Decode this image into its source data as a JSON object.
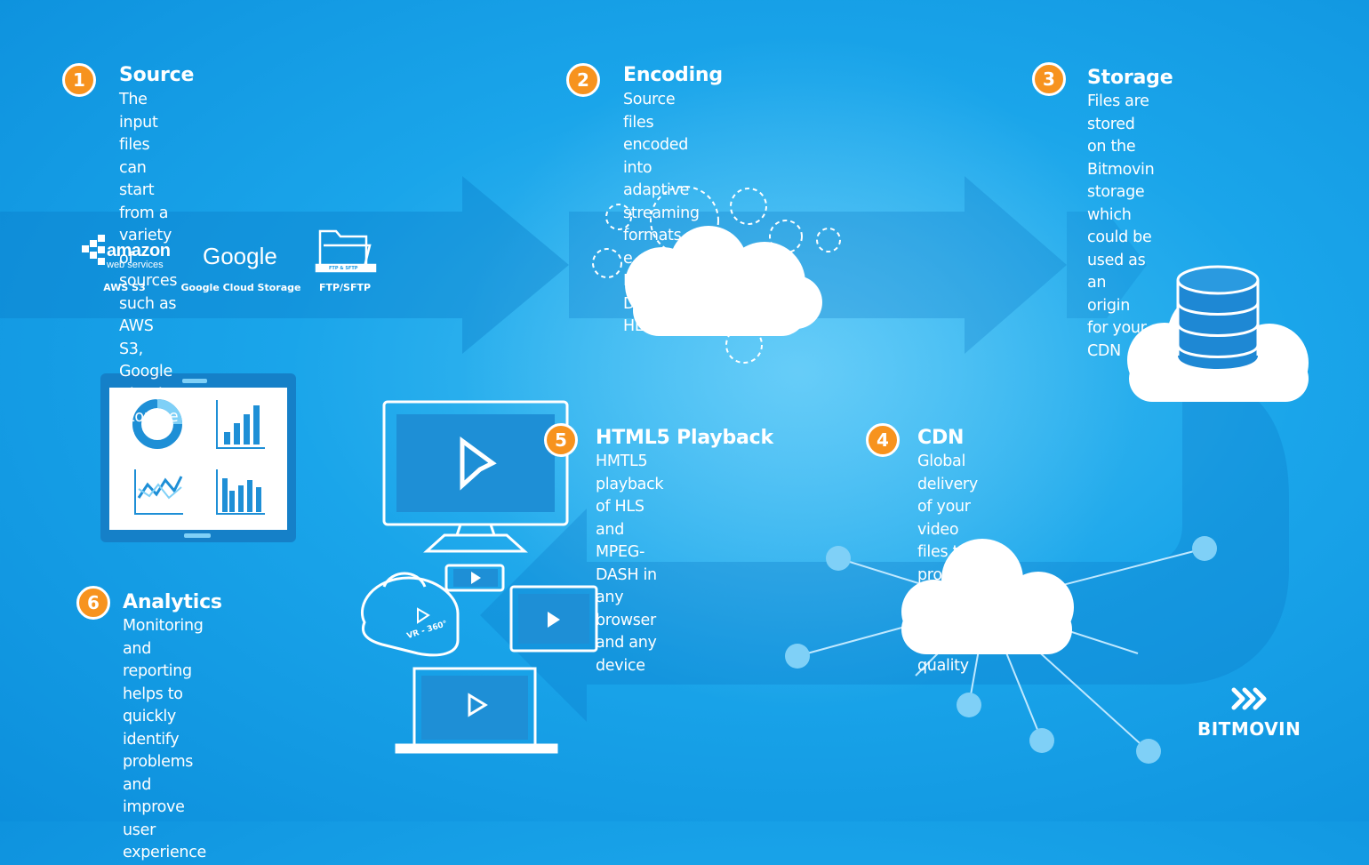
{
  "steps": [
    {
      "number": "1",
      "title": "Source",
      "description": "The input files can start from a variety\nof sources such as AWS S3, Google\nCloud Storage of FT/SFTP"
    },
    {
      "number": "2",
      "title": "Encoding",
      "description": "Source files encoded into\nadaptive streaming formats e.g.\nMPEG-DASH and HLS"
    },
    {
      "number": "3",
      "title": "Storage",
      "description": "Files are stored on the\nBitmovin storage\nwhich could be used as an\norigin for your CDN"
    },
    {
      "number": "4",
      "title": "CDN",
      "description": "Global delivery of your video\nfiles to provide the best\npossible quality"
    },
    {
      "number": "5",
      "title": "HTML5 Playback",
      "description": "HMTL5 playback of HLS and\nMPEG-DASH in any browser\nand any device"
    },
    {
      "number": "6",
      "title": "Analytics",
      "description": "Monitoring and reporting\nhelps to quickly identify\nproblems and improve\nuser experience"
    }
  ],
  "sources": {
    "aws_logo_text": "amazon",
    "aws_logo_sub": "web services",
    "aws_label": "AWS S3",
    "google_logo_text": "Google",
    "google_label": "Google Cloud Storage",
    "ftp_badge": "FTP & SFTP",
    "ftp_label": "FTP/SFTP"
  },
  "vr_label": "VR - 360°",
  "brand": "BITMOVIN",
  "colors": {
    "background": "#1aa5ea",
    "badge": "#f7931e",
    "text": "#ffffff",
    "screen": "#1e8fd6"
  }
}
